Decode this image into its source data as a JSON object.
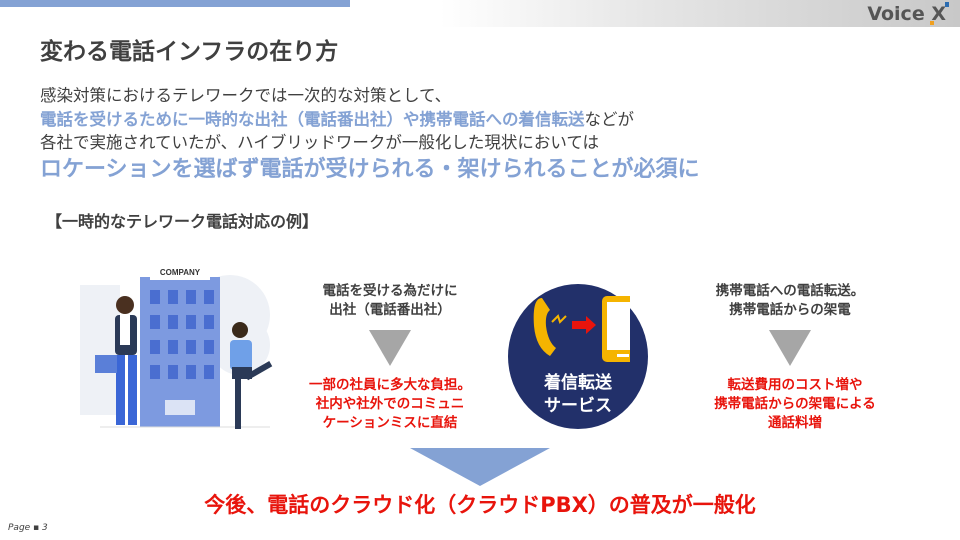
{
  "header": {
    "logo_text": "Voice",
    "logo_x": "X"
  },
  "title": "変わる電話インフラの在り方",
  "body": {
    "line1": "感染対策におけるテレワークでは一次的な対策として、",
    "line2_highlight": "電話を受けるために一時的な出社（電話番出社）や携帯電話への着信転送",
    "line2_rest": "などが",
    "line3": "各社で実施されていたが、ハイブリッドワークが一般化した現状においては",
    "line4": "ロケーションを選ばず電話が受けられる・架けられることが必須に"
  },
  "section_heading": "【一時的なテレワーク電話対応の例】",
  "illustration": {
    "company_sign": "COMPANY"
  },
  "left_case": {
    "desc": [
      "電話を受ける為だけに",
      "出社（電話番出社）"
    ],
    "issue": [
      "一部の社員に多大な負担。",
      "社内や社外でのコミュニ",
      "ケーションミスに直結"
    ]
  },
  "center": {
    "label": [
      "着信転送",
      "サービス"
    ]
  },
  "right_case": {
    "desc": [
      "携帯電話への電話転送。",
      "携帯電話からの架電"
    ],
    "issue": [
      "転送費用のコスト増や",
      "携帯電話からの架電による",
      "通話料増"
    ]
  },
  "conclusion": "今後、電話のクラウド化（クラウドPBX）の普及が一般化",
  "footer": {
    "page": "Page ▪ 3"
  },
  "colors": {
    "accent": "#84a2d4",
    "navy": "#22306a",
    "red": "#e8140c"
  }
}
